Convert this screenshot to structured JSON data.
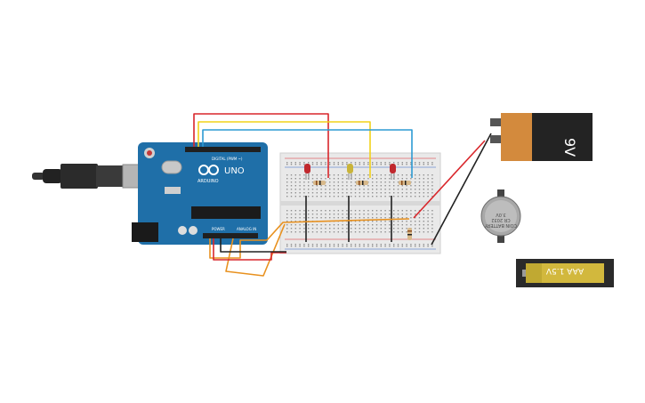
{
  "arduino": {
    "brand": "ARDUINO",
    "model": "UNO",
    "digital_label": "DIGITAL (PWM ~)",
    "power_label": "POWER",
    "analog_label": "ANALOG IN",
    "color": "#1f6fa8"
  },
  "battery_9v": {
    "label": "9V"
  },
  "coin_cell": {
    "label_line1": "COIN BATTERY",
    "label_line2": "CR 2032",
    "label_line3": "3.0V"
  },
  "aaa_battery": {
    "label": "AAA 1.5V"
  },
  "leds": [
    {
      "name": "red-led",
      "color": "#c0282d"
    },
    {
      "name": "yellow-led",
      "color": "#c9b43a"
    },
    {
      "name": "red-led-2",
      "color": "#c0282d"
    }
  ],
  "wire_colors": {
    "red": "#d9262b",
    "yellow": "#f2d21a",
    "blue": "#2d9bd3",
    "black": "#222222",
    "orange": "#e8911f"
  }
}
